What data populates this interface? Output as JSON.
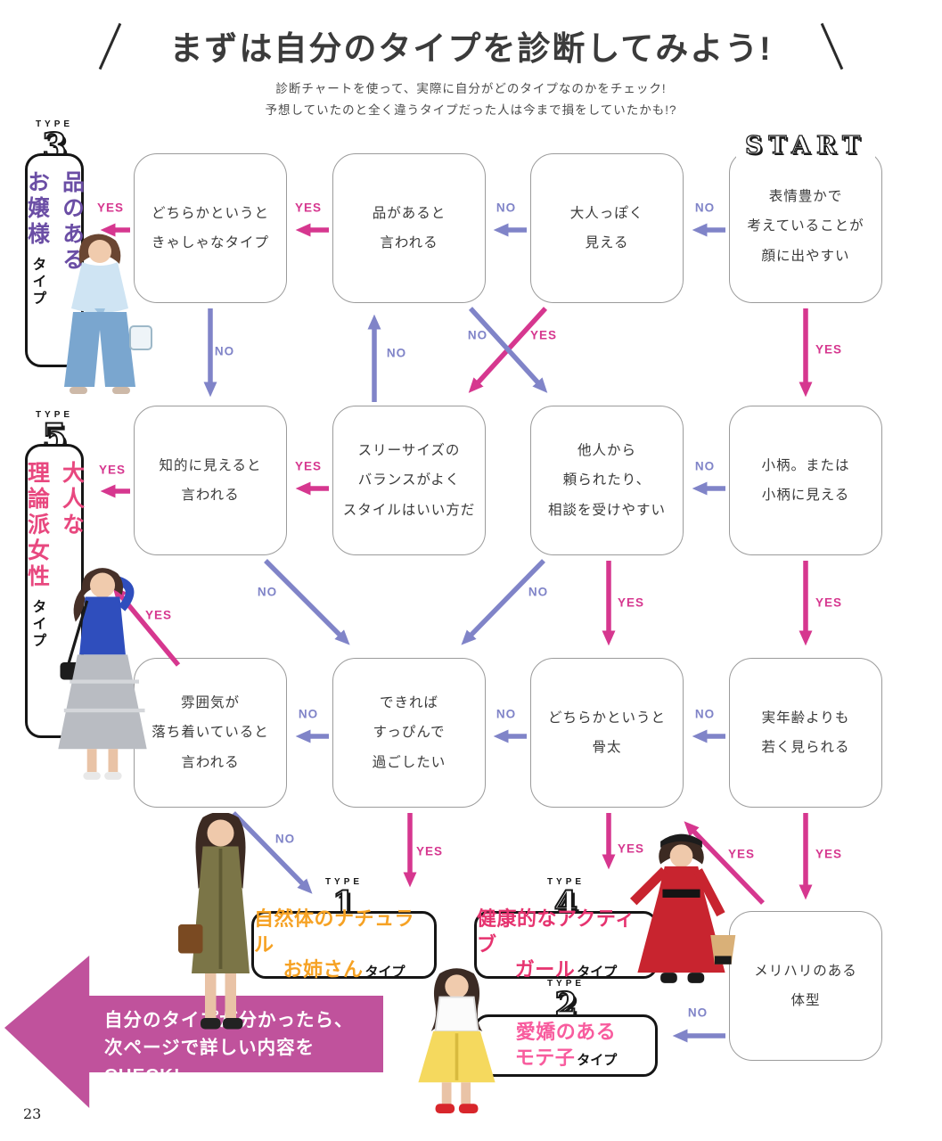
{
  "page": {
    "number": "23"
  },
  "header": {
    "title": "まずは自分のタイプを診断してみよう!",
    "subtitle1": "診断チャートを使って、実際に自分がどのタイプなのかをチェック!",
    "subtitle2": "予想していたのと全く違うタイプだった人は今まで損をしていたかも!?"
  },
  "start": {
    "label": "START",
    "text": "表情豊かで\n考えていることが\n顔に出やすい"
  },
  "boxes": {
    "otona": "大人っぽく\n見える",
    "hin": "品があると\n言われる",
    "kyasha": "どちらかというと\nきゃしゃなタイプ",
    "threesize": "スリーサイズの\nバランスがよく\nスタイルはいい方だ",
    "chiteki": "知的に見えると\n言われる",
    "tanin": "他人から\n頼られたり、\n相談を受けやすい",
    "kogara": "小柄。または\n小柄に見える",
    "funiki": "雰囲気が\n落ち着いていると\n言われる",
    "dekireba": "できれば\nすっぴんで\n過ごしたい",
    "honebuto": "どちらかというと\n骨太",
    "jitsunenrei": "実年齢よりも\n若く見られる",
    "merihari": "メリハリのある\n体型"
  },
  "types": {
    "type3": {
      "word": "TYPE",
      "number": "3",
      "main1": "品のある",
      "main2": "お嬢様",
      "suffix": "タイプ",
      "color": "#6b4ea5"
    },
    "type5": {
      "word": "TYPE",
      "number": "5",
      "main1": "大人な",
      "main2": "理論派女性",
      "suffix": "タイプ",
      "color": "#e8487f"
    },
    "type1": {
      "word": "TYPE",
      "number": "1",
      "line1": "自然体のナチュラル",
      "line2": "お姉さん",
      "suffix": "タイプ",
      "color": "#f6a224"
    },
    "type4": {
      "word": "TYPE",
      "number": "4",
      "line1": "健康的なアクティブ",
      "line2": "ガール",
      "suffix": "タイプ",
      "color": "#e6336f"
    },
    "type2": {
      "word": "TYPE",
      "number": "2",
      "line1": "愛嬌のある",
      "line2": "モテ子",
      "suffix": "タイプ",
      "color": "#f85c9e"
    }
  },
  "edges": [
    {
      "from": "start",
      "to": "otona",
      "answer": "NO"
    },
    {
      "from": "start",
      "to": "kogara",
      "answer": "YES"
    },
    {
      "from": "otona",
      "to": "hin",
      "answer": "NO"
    },
    {
      "from": "otona",
      "to": "threesize",
      "answer": "YES"
    },
    {
      "from": "hin",
      "to": "kyasha",
      "answer": "YES"
    },
    {
      "from": "hin",
      "to": "tanin",
      "answer": "NO"
    },
    {
      "from": "kyasha",
      "to": "type3",
      "answer": "YES"
    },
    {
      "from": "kyasha",
      "to": "chiteki",
      "answer": "NO"
    },
    {
      "from": "threesize",
      "to": "chiteki",
      "answer": "YES"
    },
    {
      "from": "threesize",
      "to": "hin",
      "answer": "NO"
    },
    {
      "from": "chiteki",
      "to": "type5",
      "answer": "YES"
    },
    {
      "from": "chiteki",
      "to": "dekireba",
      "answer": "NO"
    },
    {
      "from": "kogara",
      "to": "tanin",
      "answer": "NO"
    },
    {
      "from": "kogara",
      "to": "jitsunenrei",
      "answer": "YES"
    },
    {
      "from": "tanin",
      "to": "honebuto",
      "answer": "YES"
    },
    {
      "from": "tanin",
      "to": "dekireba",
      "answer": "NO"
    },
    {
      "from": "honebuto",
      "to": "dekireba",
      "answer": "NO"
    },
    {
      "from": "honebuto",
      "to": "type4",
      "answer": "YES"
    },
    {
      "from": "jitsunenrei",
      "to": "honebuto",
      "answer": "NO"
    },
    {
      "from": "jitsunenrei",
      "to": "merihari",
      "answer": "YES"
    },
    {
      "from": "dekireba",
      "to": "funiki",
      "answer": "NO"
    },
    {
      "from": "dekireba",
      "to": "type1",
      "answer": "YES"
    },
    {
      "from": "funiki",
      "to": "type5",
      "answer": "YES"
    },
    {
      "from": "funiki",
      "to": "type1",
      "answer": "NO"
    },
    {
      "from": "merihari",
      "to": "type4",
      "answer": "YES"
    },
    {
      "from": "merihari",
      "to": "type2",
      "answer": "NO"
    }
  ],
  "banner": {
    "line1": "自分のタイプが分かったら、",
    "line2": "次ページで詳しい内容をCHECK!"
  },
  "colors": {
    "yes_arrow": "#d6378f",
    "no_arrow": "#8084c8",
    "banner": "#c0529c"
  }
}
